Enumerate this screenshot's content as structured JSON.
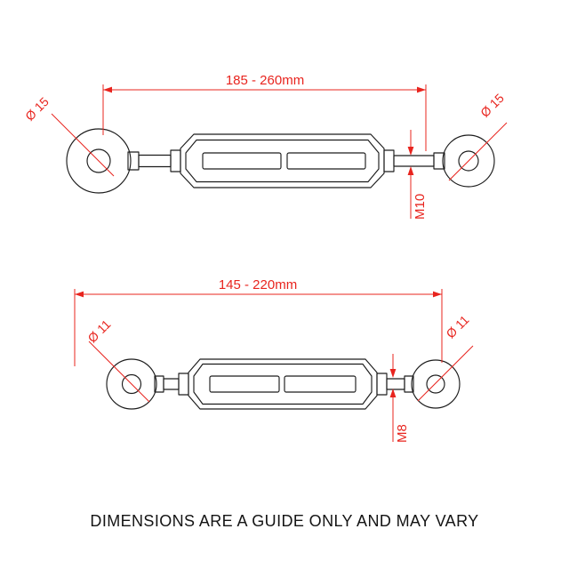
{
  "disclaimer": "DIMENSIONS ARE A GUIDE ONLY AND MAY VARY",
  "colors": {
    "dimension_red": "#e8241e",
    "drawing_black": "#1c1c1c",
    "background": "#ffffff"
  },
  "top_assembly": {
    "name": "large turnbuckle with eye ends",
    "length_label": "185 - 260mm",
    "left_eye_diameter_label": "Ø 15",
    "right_eye_diameter_label": "Ø 15",
    "thread_label": "M10"
  },
  "bottom_assembly": {
    "name": "small turnbuckle with eye ends",
    "length_label": "145 - 220mm",
    "left_eye_diameter_label": "Ø 11",
    "right_eye_diameter_label": "Ø 11",
    "thread_label": "M8"
  }
}
